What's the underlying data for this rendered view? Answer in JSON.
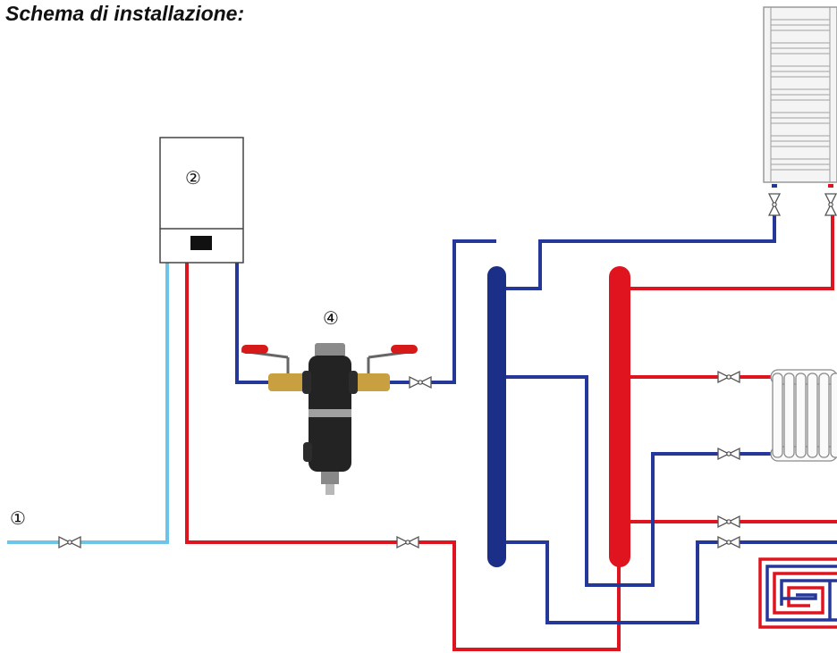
{
  "title": "Schema di installazione:",
  "labels": {
    "water_inlet": "①",
    "boiler": "②",
    "filter": "④"
  },
  "colors": {
    "cold_water": "#6ec3e8",
    "hot_pipe": "#e0141e",
    "return_pipe": "#25389a",
    "manifold_flow": "#e0141e",
    "manifold_return": "#1b2f88"
  },
  "icons": [
    "valve-icon",
    "boiler-icon",
    "magnetic-filter-icon",
    "ball-valve-icon",
    "towel-radiator-icon",
    "column-radiator-icon",
    "underfloor-coil-icon"
  ]
}
